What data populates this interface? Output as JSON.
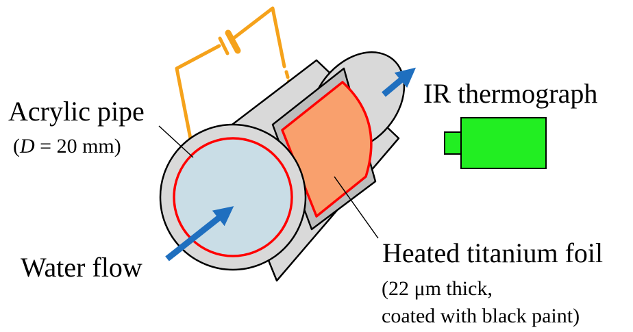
{
  "labels": {
    "ir_thermograph": "IR thermograph",
    "acrylic_pipe": "Acrylic pipe",
    "diameter_open": "(",
    "diameter_var": "D",
    "diameter_value": " = 20 mm)",
    "water_flow": "Water flow",
    "heated_foil": "Heated titanium foil",
    "foil_thickness": "(22 μm thick,",
    "foil_coating": "coated with black paint)"
  },
  "colors": {
    "pipe_gray": "#d9d9d9",
    "pipe_outline": "#000000",
    "water_face": "#c9dde6",
    "foil_red": "#ff0000",
    "foil_orange": "#f9a06d",
    "wire_orange": "#f5a21b",
    "arrow_blue": "#1f6fbf",
    "camera_green": "#22ee22"
  },
  "icons": {
    "battery": "battery-icon",
    "camera": "ir-camera-icon",
    "flow_arrow": "flow-arrow-icon",
    "view_arrow": "view-arrow-icon"
  }
}
